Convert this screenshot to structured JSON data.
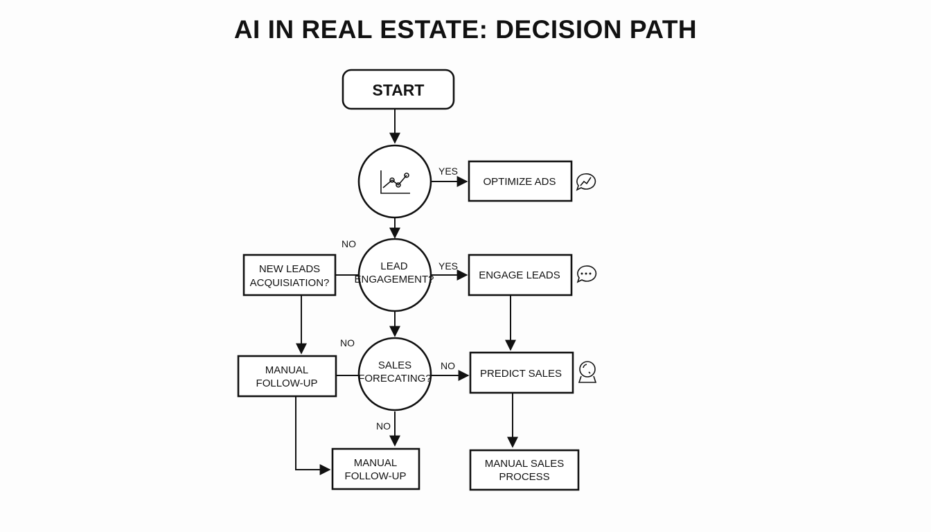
{
  "title": "AI IN REAL ESTATE: DECISION PATH",
  "nodes": {
    "start": "START",
    "optimize_ads": "OPTIMIZE ADS",
    "new_leads": [
      "NEW LEADS",
      "ACQUISIATION?"
    ],
    "lead_engagement": [
      "LEAD",
      "ENGAGEMENT?"
    ],
    "engage_leads": "ENGAGE LEADS",
    "manual_follow_up_left": [
      "MANUAL",
      "FOLLOW-UP"
    ],
    "sales_forecasting": [
      "SALES",
      "FORECATING?"
    ],
    "predict_sales": "PREDICT SALES",
    "manual_follow_up_bottom": [
      "MANUAL",
      "FOLLOW-UP"
    ],
    "manual_sales_process": [
      "MANUAL SALES",
      "PROCESS"
    ]
  },
  "edge_labels": {
    "yes_top": "YES",
    "no_upper": "NO",
    "yes_mid": "YES",
    "no_mid": "NO",
    "no_right": "NO",
    "no_bottom": "NO"
  },
  "icons": {
    "chart_node": "line-chart-icon",
    "optimize_ads": "trend-chat-icon",
    "engage_leads": "chat-bubble-icon",
    "predict_sales": "crystal-ball-icon"
  }
}
